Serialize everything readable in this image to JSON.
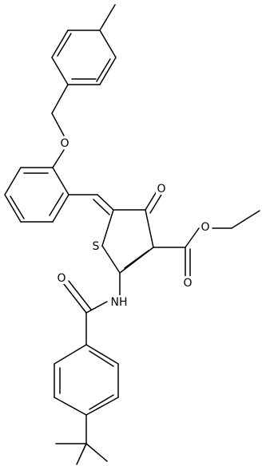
{
  "structure": {
    "atom_labels": {
      "ether_oxygen": "O",
      "ketone_oxygen": "O",
      "ring_sulfur": "S",
      "ester_oxygen_single": "O",
      "ester_oxygen_double": "O",
      "amide_nitrogen": "NH",
      "amide_oxygen": "O"
    },
    "bond_color": "#000000",
    "background_color": "#ffffff"
  }
}
